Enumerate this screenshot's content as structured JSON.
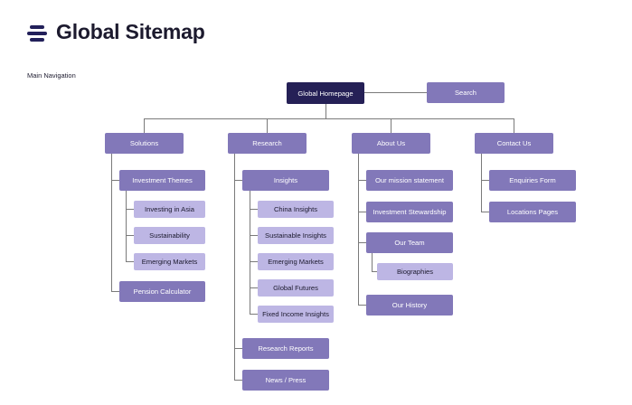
{
  "header": {
    "logo_icon": "stacked-lines-icon",
    "title": "Global Sitemap",
    "subtitle": "Main Navigation"
  },
  "colors": {
    "root": "#252056",
    "primary": "#8278b9",
    "secondary": "#bdb6e4",
    "connector": "#7a7a7a"
  },
  "sitemap": {
    "root": "Global Homepage",
    "search": "Search",
    "solutions": {
      "label": "Solutions",
      "investment_themes": {
        "label": "Investment Themes",
        "children": [
          "Investing in Asia",
          "Sustainability",
          "Emerging Markets"
        ]
      },
      "pension_calculator": "Pension Calculator"
    },
    "research": {
      "label": "Research",
      "insights": {
        "label": "Insights",
        "children": [
          "China Insights",
          "Sustainable Insights",
          "Emerging Markets",
          "Global Futures",
          "Fixed Income Insights"
        ]
      },
      "research_reports": "Research Reports",
      "news_press": "News / Press"
    },
    "about_us": {
      "label": "About Us",
      "mission": "Our mission statement",
      "stewardship": "Investment Stewardship",
      "team": {
        "label": "Our Team",
        "children": [
          "Biographies"
        ]
      },
      "history": "Our History"
    },
    "contact_us": {
      "label": "Contact Us",
      "enquiries": "Enquiries Form",
      "locations": "Locations Pages"
    }
  }
}
